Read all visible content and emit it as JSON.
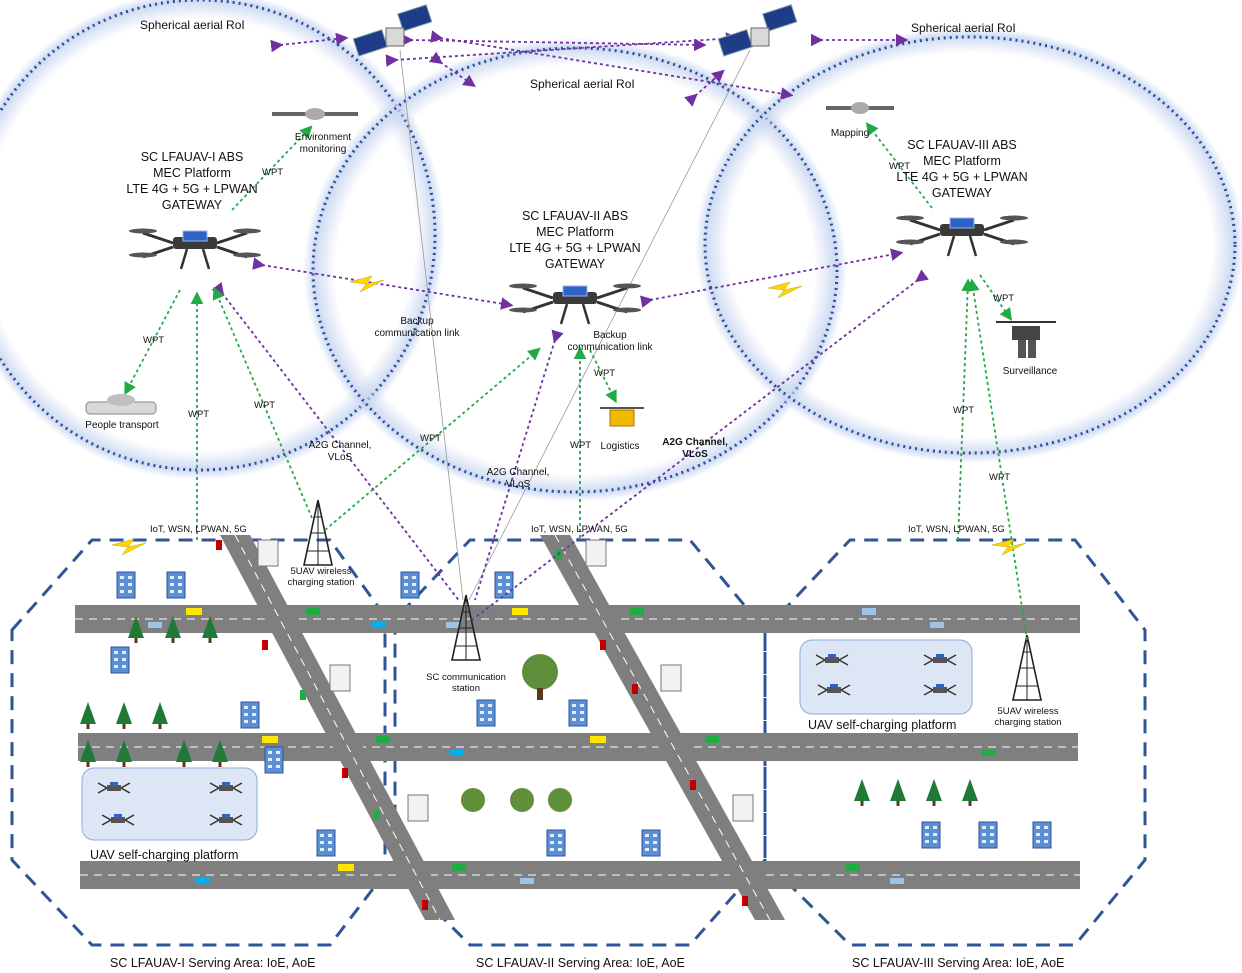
{
  "roi": {
    "left": "Spherical aerial RoI",
    "middle": "Spherical aerial RoI",
    "right": "Spherical aerial RoI"
  },
  "abs": [
    {
      "lines": [
        "SC LFAUAV-I ABS",
        "MEC Platform",
        "LTE 4G + 5G + LPWAN",
        "GATEWAY"
      ]
    },
    {
      "lines": [
        "SC LFAUAV-II ABS",
        "MEC Platform",
        "LTE 4G + 5G + LPWAN",
        "GATEWAY"
      ]
    },
    {
      "lines": [
        "SC LFAUAV-III ABS",
        "MEC Platform",
        "LTE 4G + 5G + LPWAN",
        "GATEWAY"
      ]
    }
  ],
  "services": {
    "env": [
      "Environment",
      "monitoring"
    ],
    "mapping": "Mapping",
    "people": "People transport",
    "logistics": "Logistics",
    "surveillance": "Surveillance"
  },
  "links": {
    "wpt": "WPT",
    "backup": [
      "Backup",
      "communication link"
    ],
    "a2g": [
      "A2G Channel,",
      "VLoS"
    ],
    "iot": "IoT, WSN, LPWAN, 5G"
  },
  "stations": {
    "charging": [
      "5UAV wireless",
      "charging station"
    ],
    "comm": [
      "SC communication",
      "station"
    ]
  },
  "platform": {
    "left": "UAV self-charging platform",
    "right": "UAV self-charging platform"
  },
  "areas": [
    "SC LFAUAV-I Serving Area: IoE, AoE",
    "SC LFAUAV-II Serving Area: IoE, AoE",
    "SC LFAUAV-III Serving Area: IoE, AoE"
  ],
  "colors": {
    "roi_ring": "#2b4f9e",
    "hexagon": "#2f5597",
    "wpt_link": "#22aa44",
    "comm_link": "#7030a0",
    "road": "#7f7f7f",
    "platform_fill": "#dde6f5"
  }
}
